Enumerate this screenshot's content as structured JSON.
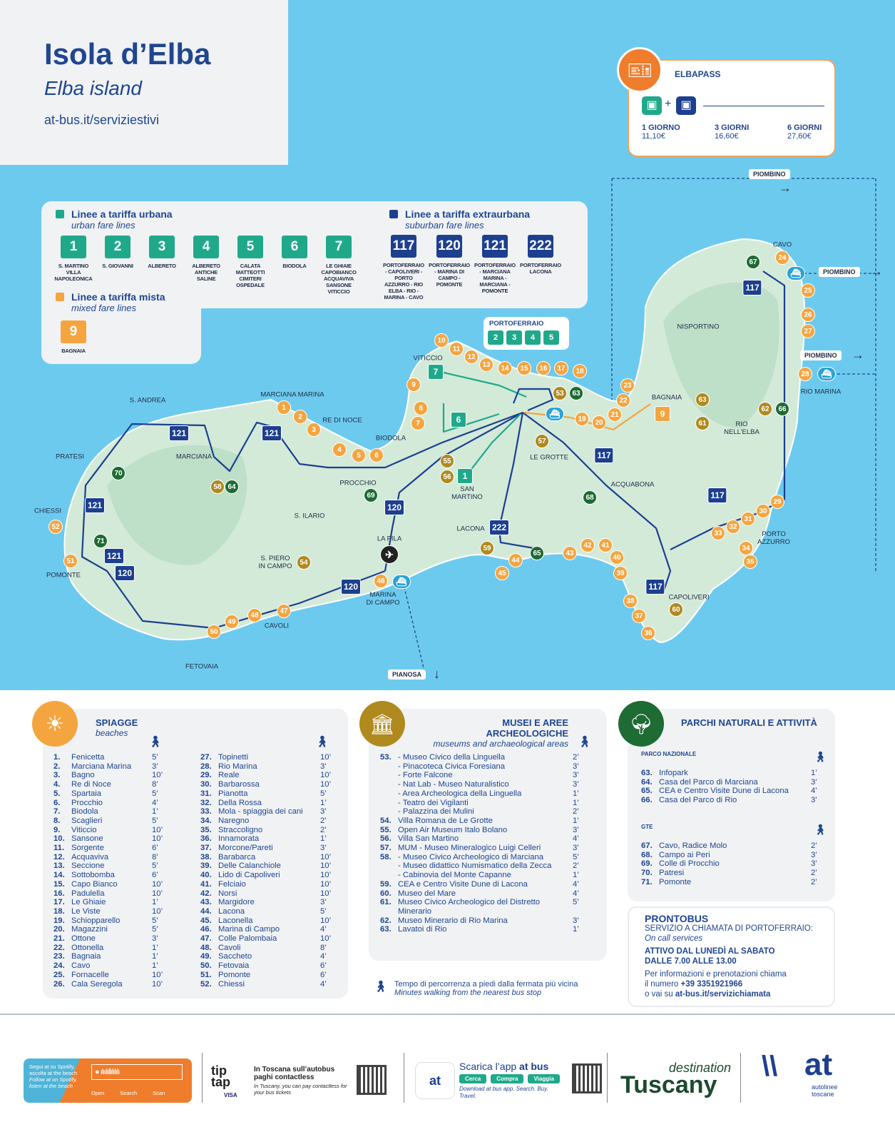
{
  "header": {
    "title": "Isola d’Elba",
    "subtitle": "Elba island",
    "url": "at-bus.it/serviziestivi"
  },
  "elbapass": {
    "title": "ELBAPASS",
    "plus": "+",
    "options": [
      {
        "label": "1 GIORNO",
        "price": "11,10€"
      },
      {
        "label": "3 GIORNI",
        "price": "16,60€"
      },
      {
        "label": "6 GIORNI",
        "price": "27,60€"
      }
    ]
  },
  "colors": {
    "sea": "#6dcaef",
    "land": "#d3ead9",
    "urban": "#1fa98a",
    "suburban": "#1d3f8f",
    "mixed": "#f5a540",
    "museum": "#b08a1f",
    "park": "#1e6b34",
    "beach": "#f5a540"
  },
  "legend": {
    "urban": {
      "title": "Linee a tariffa urbana",
      "subtitle": "urban fare lines",
      "lines": [
        {
          "num": "1",
          "desc": "S. MARTINO VILLA NAPOLEONICA"
        },
        {
          "num": "2",
          "desc": "S. GIOVANNI"
        },
        {
          "num": "3",
          "desc": "ALBERETO"
        },
        {
          "num": "4",
          "desc": "ALBERETO ANTICHE SALINE"
        },
        {
          "num": "5",
          "desc": "CALATA MATTEOTTI CIMITERI OSPEDALE"
        },
        {
          "num": "6",
          "desc": "BIODOLA"
        },
        {
          "num": "7",
          "desc": "LE GHIAIE CAPOBIANCO ACQUAVIVA SANSONE VITICCIO"
        }
      ]
    },
    "suburban": {
      "title": "Linee a tariffa extraurbana",
      "subtitle": "suburban fare lines",
      "lines": [
        {
          "num": "117",
          "desc": "PORTOFERRAIO - CAPOLIVERI - PORTO AZZURRO - RIO ELBA - RIO - MARINA - CAVO"
        },
        {
          "num": "120",
          "desc": "PORTOFERRAIO - MARINA DI CAMPO - POMONTE"
        },
        {
          "num": "121",
          "desc": "PORTOFERRAIO - MARCIANA MARINA - MARCIANA - POMONTE"
        },
        {
          "num": "222",
          "desc": "PORTOFERRAIO LACONA"
        }
      ]
    },
    "mixed": {
      "title": "Linee a tariffa mista",
      "subtitle": "mixed fare lines",
      "lines": [
        {
          "num": "9",
          "desc": "BAGNAIA"
        }
      ]
    }
  },
  "map": {
    "portoferraio": {
      "title": "PORTOFERRAIO",
      "lines": [
        "2",
        "3",
        "4",
        "5"
      ]
    },
    "places": [
      "VITICCIO",
      "S. ANDREA",
      "MARCIANA MARINA",
      "RE DI NOCE",
      "BIODOLA",
      "PRATESI",
      "MARCIANA",
      "PROCCHIO",
      "S. ILARIO",
      "CHIESSI",
      "POMONTE",
      "S. PIERO\nIN CAMPO",
      "LA PILA",
      "SAN\nMARTINO",
      "LACONA",
      "LE GROTTE",
      "ACQUABONA",
      "MARINA\nDI CAMPO",
      "CAVOLI",
      "FETOVAIA",
      "CAPOLIVERI",
      "PORTO\nAZZURRO",
      "BAGNAIA",
      "NISPORTINO",
      "RIO\nNELL’ELBA",
      "RIO MARINA",
      "CAVO"
    ],
    "destinations": [
      "PIOMBINO",
      "PIOMBINO",
      "PIOMBINO",
      "PIANOSA"
    ],
    "route_badges": [
      {
        "label": "121",
        "type": "suburban"
      },
      {
        "label": "121",
        "type": "suburban"
      },
      {
        "label": "121",
        "type": "suburban"
      },
      {
        "label": "121",
        "type": "suburban"
      },
      {
        "label": "120",
        "type": "suburban"
      },
      {
        "label": "120",
        "type": "suburban"
      },
      {
        "label": "120",
        "type": "suburban"
      },
      {
        "label": "117",
        "type": "suburban"
      },
      {
        "label": "117",
        "type": "suburban"
      },
      {
        "label": "117",
        "type": "suburban"
      },
      {
        "label": "117",
        "type": "suburban"
      },
      {
        "label": "222",
        "type": "suburban"
      },
      {
        "label": "7",
        "type": "urban"
      },
      {
        "label": "6",
        "type": "urban"
      },
      {
        "label": "1",
        "type": "urban"
      },
      {
        "label": "9",
        "type": "mixed"
      }
    ],
    "beach_markers": [
      "1",
      "2",
      "3",
      "4",
      "5",
      "6",
      "7",
      "8",
      "9",
      "10",
      "11",
      "12",
      "13",
      "14",
      "15",
      "16",
      "17",
      "18",
      "19",
      "20",
      "21",
      "22",
      "23",
      "24",
      "25",
      "26",
      "27",
      "28",
      "29",
      "30",
      "31",
      "32",
      "33",
      "34",
      "35",
      "36",
      "37",
      "38",
      "39",
      "40",
      "41",
      "42",
      "43",
      "44",
      "45",
      "46",
      "47",
      "48",
      "49",
      "50",
      "51",
      "52"
    ],
    "museum_markers": [
      "53",
      "54",
      "55",
      "56",
      "57",
      "58",
      "59",
      "60",
      "61",
      "62",
      "63"
    ],
    "park_markers": [
      "63",
      "64",
      "65",
      "66",
      "67",
      "68",
      "69",
      "70",
      "71"
    ]
  },
  "beaches": {
    "title": "SPIAGGE",
    "subtitle": "beaches",
    "items": [
      {
        "n": "1.",
        "name": "Fenicetta",
        "walk": "5’"
      },
      {
        "n": "2.",
        "name": "Marciana Marina",
        "walk": "3’"
      },
      {
        "n": "3.",
        "name": "Bagno",
        "walk": "10’"
      },
      {
        "n": "4.",
        "name": "Re di Noce",
        "walk": "8’"
      },
      {
        "n": "5.",
        "name": "Spartaia",
        "walk": "5’"
      },
      {
        "n": "6.",
        "name": "Procchio",
        "walk": "4’"
      },
      {
        "n": "7.",
        "name": "Biodola",
        "walk": "1’"
      },
      {
        "n": "8.",
        "name": "Scaglieri",
        "walk": "5’"
      },
      {
        "n": "9.",
        "name": "Viticcio",
        "walk": "10’"
      },
      {
        "n": "10.",
        "name": "Sansone",
        "walk": "10’"
      },
      {
        "n": "11.",
        "name": "Sorgente",
        "walk": "6’"
      },
      {
        "n": "12.",
        "name": "Acquaviva",
        "walk": "8’"
      },
      {
        "n": "13.",
        "name": "Seccione",
        "walk": "5’"
      },
      {
        "n": "14.",
        "name": "Sottobomba",
        "walk": "6’"
      },
      {
        "n": "15.",
        "name": "Capo Bianco",
        "walk": "10’"
      },
      {
        "n": "16.",
        "name": "Padulella",
        "walk": "10’"
      },
      {
        "n": "17.",
        "name": "Le Ghiaie",
        "walk": "1’"
      },
      {
        "n": "18.",
        "name": "Le Viste",
        "walk": "10’"
      },
      {
        "n": "19.",
        "name": "Schiopparello",
        "walk": "5’"
      },
      {
        "n": "20.",
        "name": "Magazzini",
        "walk": "5’"
      },
      {
        "n": "21.",
        "name": "Ottone",
        "walk": "3’"
      },
      {
        "n": "22.",
        "name": "Ottonella",
        "walk": "1’"
      },
      {
        "n": "23.",
        "name": "Bagnaia",
        "walk": "1’"
      },
      {
        "n": "24.",
        "name": "Cavo",
        "walk": "1’"
      },
      {
        "n": "25.",
        "name": "Fornacelle",
        "walk": "10’"
      },
      {
        "n": "26.",
        "name": "Cala Seregola",
        "walk": "10’"
      },
      {
        "n": "27.",
        "name": "Topinetti",
        "walk": "10’"
      },
      {
        "n": "28.",
        "name": "Rio Marina",
        "walk": "3’"
      },
      {
        "n": "29.",
        "name": "Reale",
        "walk": "10’"
      },
      {
        "n": "30.",
        "name": "Barbarossa",
        "walk": "10’"
      },
      {
        "n": "31.",
        "name": "Pianotta",
        "walk": "5’"
      },
      {
        "n": "32.",
        "name": "Della Rossa",
        "walk": "1’"
      },
      {
        "n": "33.",
        "name": "Mola - spiaggia dei cani",
        "walk": "3’"
      },
      {
        "n": "34.",
        "name": "Naregno",
        "walk": "2’"
      },
      {
        "n": "35.",
        "name": "Straccoligno",
        "walk": "2’"
      },
      {
        "n": "36.",
        "name": "Innamorata",
        "walk": "1’"
      },
      {
        "n": "37.",
        "name": "Morcone/Pareti",
        "walk": "3’"
      },
      {
        "n": "38.",
        "name": "Barabarca",
        "walk": "10’"
      },
      {
        "n": "39.",
        "name": "Delle Calanchiole",
        "walk": "10’"
      },
      {
        "n": "40.",
        "name": "Lido di Capoliveri",
        "walk": "10’"
      },
      {
        "n": "41.",
        "name": "Felciaio",
        "walk": "10’"
      },
      {
        "n": "42.",
        "name": "Norsi",
        "walk": "10’"
      },
      {
        "n": "43.",
        "name": "Margidore",
        "walk": "3’"
      },
      {
        "n": "44.",
        "name": "Lacona",
        "walk": "5’"
      },
      {
        "n": "45.",
        "name": "Laconella",
        "walk": "10’"
      },
      {
        "n": "46.",
        "name": "Marina di Campo",
        "walk": "4’"
      },
      {
        "n": "47.",
        "name": "Colle Palombaia",
        "walk": "10’"
      },
      {
        "n": "48.",
        "name": "Cavoli",
        "walk": "8’"
      },
      {
        "n": "49.",
        "name": "Saccheto",
        "walk": "4’"
      },
      {
        "n": "50.",
        "name": "Fetovaia",
        "walk": "6’"
      },
      {
        "n": "51.",
        "name": "Pomonte",
        "walk": "6’"
      },
      {
        "n": "52.",
        "name": "Chiessi",
        "walk": "4’"
      }
    ]
  },
  "museums": {
    "title": "MUSEI E AREE ARCHEOLOGICHE",
    "subtitle": "museums and archaeological areas",
    "items": [
      {
        "n": "53.",
        "name": "- Museo Civico della Linguella",
        "walk": "2’"
      },
      {
        "n": "",
        "name": "- Pinacoteca Civica Foresiana",
        "walk": "3’"
      },
      {
        "n": "",
        "name": "- Forte Falcone",
        "walk": "3’"
      },
      {
        "n": "",
        "name": "- Nat Lab - Museo Naturalistico",
        "walk": "3’"
      },
      {
        "n": "",
        "name": "- Area Archeologica della Linguella",
        "walk": "1’"
      },
      {
        "n": "",
        "name": "- Teatro dei Vigilanti",
        "walk": "1’"
      },
      {
        "n": "",
        "name": "- Palazzina dei Mulini",
        "walk": "2’"
      },
      {
        "n": "54.",
        "name": "Villa Romana de Le Grotte",
        "walk": "1’"
      },
      {
        "n": "55.",
        "name": "Open Air Museum Italo Bolano",
        "walk": "3’"
      },
      {
        "n": "56.",
        "name": "Villa San Martino",
        "walk": "4’"
      },
      {
        "n": "57.",
        "name": "MUM - Museo Mineralogico Luigi Celleri",
        "walk": "3’"
      },
      {
        "n": "58.",
        "name": "- Museo Civico Archeologico di Marciana",
        "walk": "5’"
      },
      {
        "n": "",
        "name": "- Museo didattico Numismatico della Zecca",
        "walk": "2’"
      },
      {
        "n": "",
        "name": "- Cabinovia del Monte Capanne",
        "walk": "1’"
      },
      {
        "n": "59.",
        "name": "CEA e Centro Visite Dune di Lacona",
        "walk": "4’"
      },
      {
        "n": "60.",
        "name": "Museo del Mare",
        "walk": "4’"
      },
      {
        "n": "61.",
        "name": "Museo Civico Archeologico del Distretto Minerario",
        "walk": "5’"
      },
      {
        "n": "62.",
        "name": "Museo Minerario di Rio Marina",
        "walk": "3’"
      },
      {
        "n": "63.",
        "name": "Lavatoi di Rio",
        "walk": "1’"
      }
    ]
  },
  "parks": {
    "title": "PARCHI NATURALI E ATTIVITÀ",
    "groups": [
      {
        "title": "PARCO NAZIONALE",
        "items": [
          {
            "n": "63.",
            "name": "Infopark",
            "walk": "1’"
          },
          {
            "n": "64.",
            "name": "Casa del Parco di Marciana",
            "walk": "3’"
          },
          {
            "n": "65.",
            "name": "CEA e Centro Visite Dune di Lacona",
            "walk": "4’"
          },
          {
            "n": "66.",
            "name": "Casa del Parco di Rio",
            "walk": "3’"
          }
        ]
      },
      {
        "title": "GTE",
        "items": [
          {
            "n": "67.",
            "name": "Cavo, Radice Molo",
            "walk": "2’"
          },
          {
            "n": "68.",
            "name": "Campo ai Peri",
            "walk": "3’"
          },
          {
            "n": "69.",
            "name": "Colle di Procchio",
            "walk": "3’"
          },
          {
            "n": "70.",
            "name": "Patresi",
            "walk": "2’"
          },
          {
            "n": "71.",
            "name": "Pomonte",
            "walk": "2’"
          }
        ]
      }
    ]
  },
  "walk_note": {
    "it": "Tempo di percorrenza a piedi dalla fermata più vicina",
    "en": "Minutes walking from the nearest bus stop"
  },
  "prontobus": {
    "title": "PRONTOBUS",
    "line1": "SERVIZIO A CHIAMATA DI PORTOFERRAIO:",
    "line2": "On call services",
    "line3": "ATTIVO DAL LUNEDÌ AL SABATO",
    "line4": "DALLE 7.00 ALLE 13.00",
    "line5": "Per informazioni e prenotazioni chiama",
    "line6a": "il numero ",
    "phone": "+39 3351921966",
    "line7a": "o vai su ",
    "link": "at-bus.it/servizichiamata"
  },
  "footer": {
    "spotify": {
      "l1": "Segui at su Spotify,",
      "l2": "ascolta at the beach",
      "l3": "Follow at on Spotify,",
      "l4": "listen at the beach",
      "open": "Open",
      "search": "Search",
      "scan": "Scan"
    },
    "tiptap": {
      "logo": "tip tap",
      "t1": "In Toscana sull’autobus",
      "t2": "paghi contactless",
      "t3": "In Tuscany, you can pay contactless for your bus tickets",
      "visa": "VISA"
    },
    "app": {
      "logo": "at",
      "t1": "Scarica l’app ",
      "t1b": "at bus",
      "buttons": [
        "Cerca",
        "Compra",
        "Viaggia"
      ],
      "t2": "Download at bus app. Search. Buy. Travel."
    },
    "tuscany": {
      "t1": "destination",
      "t2": "Tuscany"
    },
    "at": {
      "logo": "at",
      "sub1": "autolinee",
      "sub2": "toscane"
    }
  }
}
